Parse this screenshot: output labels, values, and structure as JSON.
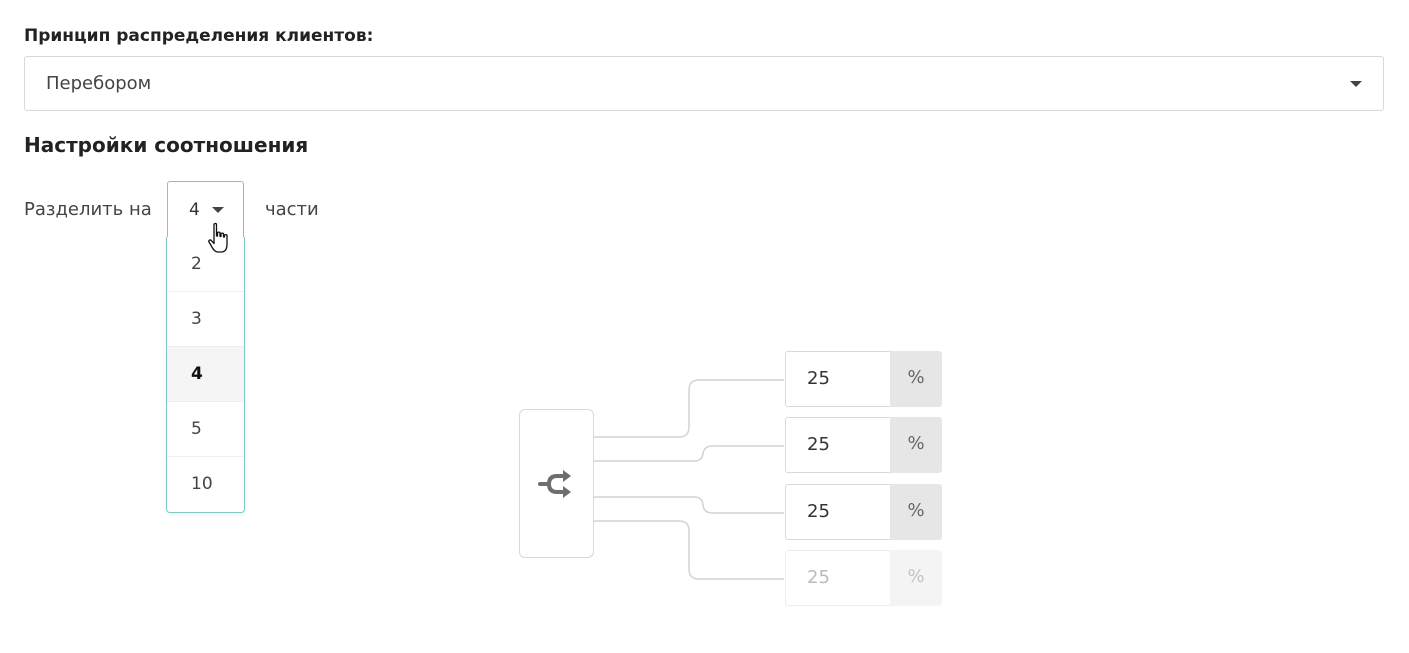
{
  "distribution": {
    "label": "Принцип распределения клиентов:",
    "selected": "Перебором"
  },
  "ratio": {
    "title": "Настройки соотношения",
    "split_label": "Разделить на",
    "parts_label": "части",
    "parts_selected": "4",
    "options": [
      "2",
      "3",
      "4",
      "5",
      "10"
    ]
  },
  "splitter": {
    "icon": "shuffle-split-icon",
    "outputs": [
      {
        "value": "25",
        "unit": "%",
        "disabled": false
      },
      {
        "value": "25",
        "unit": "%",
        "disabled": false
      },
      {
        "value": "25",
        "unit": "%",
        "disabled": false
      },
      {
        "value": "25",
        "unit": "%",
        "disabled": true
      }
    ]
  },
  "colors": {
    "accent_border": "#7fc7c2",
    "addon_bg": "#e6e6e6"
  }
}
